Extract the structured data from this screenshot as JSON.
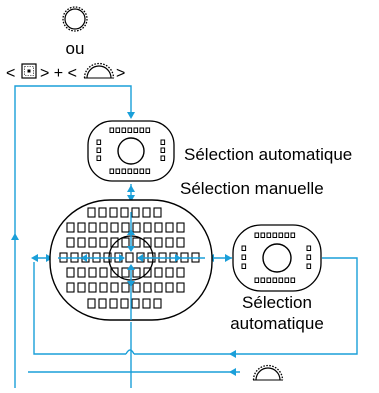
{
  "labels": {
    "or": "ou",
    "open_angle": "<",
    "close_angle_plus_open": "> + <",
    "close_angle": ">",
    "auto_selection": "Sélection automatique",
    "manual_selection": "Sélection manuelle",
    "auto_selection_line1": "Sélection",
    "auto_selection_line2": "automatique"
  },
  "icons": [
    "main-dial-icon",
    "af-point-selection-button-icon",
    "main-dial-icon"
  ],
  "colors": {
    "flow_line": "#1a9fd9",
    "outline": "#000000",
    "background": "#ffffff"
  }
}
